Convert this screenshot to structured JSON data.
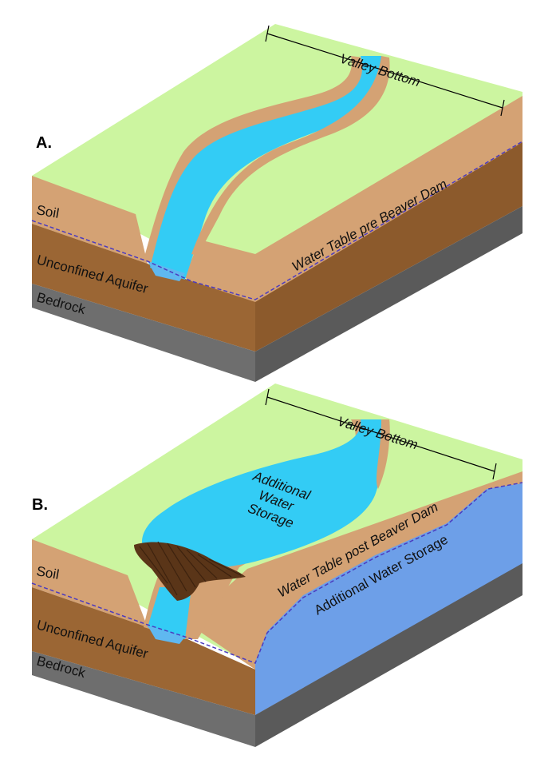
{
  "colors": {
    "surface": "#ccf5a0",
    "soil": "#d4a274",
    "soil_side": "#c99a6a",
    "aquifer": "#9b6634",
    "aquifer_side": "#8c5a2c",
    "bedrock": "#6e6e6e",
    "bedrock_side": "#5a5a5a",
    "water": "#33ccf5",
    "water_deep": "#5fb8f0",
    "storage": "#6d9fe8",
    "water_table_line": "#4b3bbf",
    "label_blue": "#2233cc",
    "dam": "#5a3518"
  },
  "panels": [
    {
      "letter": "A.",
      "valley_bottom": "Valley Bottom",
      "water_table": "Water Table pre Beaver Dam",
      "soil": "Soil",
      "aquifer": "Unconfined Aquifer",
      "bedrock": "Bedrock"
    },
    {
      "letter": "B.",
      "valley_bottom": "Valley Bottom",
      "storage_pond": [
        "Additional",
        "Water",
        "Storage"
      ],
      "water_table": "Water Table post Beaver Dam",
      "storage_ground": "Additional Water Storage",
      "soil": "Soil",
      "aquifer": "Unconfined Aquifer",
      "bedrock": "Bedrock"
    }
  ]
}
